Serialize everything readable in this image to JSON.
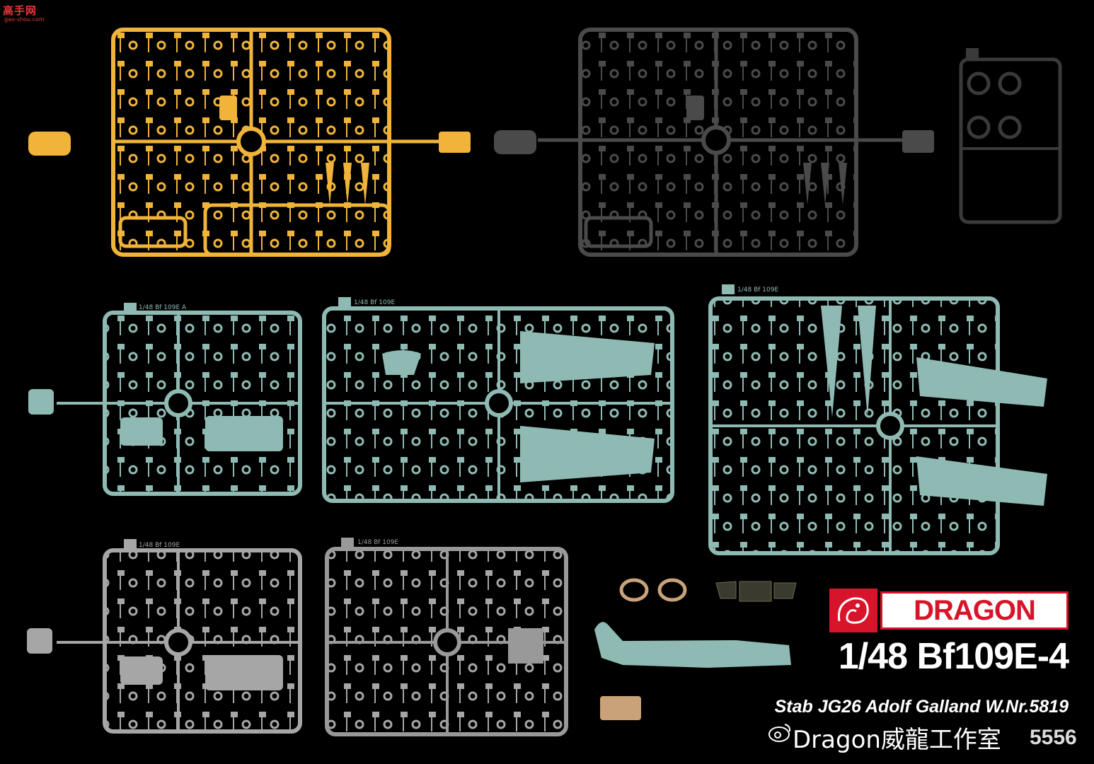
{
  "watermark": {
    "site": "高手网",
    "url": "gao-shou.com"
  },
  "brand": {
    "name": "DRAGON",
    "color": "#d8142a"
  },
  "product": {
    "title": "1/48 Bf109E-4",
    "subtitle": "Stab JG26 Adolf Galland W.Nr.5819",
    "kit_number": "5556"
  },
  "social": {
    "handle": "Dragon威龍工作室",
    "icon": "weibo-icon"
  },
  "sprues": [
    {
      "name": "yellow-sprue",
      "color": "#f0b43a"
    },
    {
      "name": "dark-grey-sprue",
      "color": "#4a4a4a"
    },
    {
      "name": "small-grey-sprue",
      "color": "#3a3a3a"
    },
    {
      "name": "sprue-a-top",
      "label": "1/48 Bf 109E A",
      "color": "#8fbab3"
    },
    {
      "name": "sprue-b-top",
      "label": "1/48 Bf 109E",
      "color": "#8fbab3"
    },
    {
      "name": "sprue-c",
      "label": "1/48 Bf 109E",
      "color": "#8fbab3"
    },
    {
      "name": "sprue-a-bottom",
      "label": "1/48 Bf 109E",
      "color": "#a6a6a6"
    },
    {
      "name": "sprue-d",
      "label": "1/48 Bf 109E",
      "color": "#999999"
    }
  ]
}
